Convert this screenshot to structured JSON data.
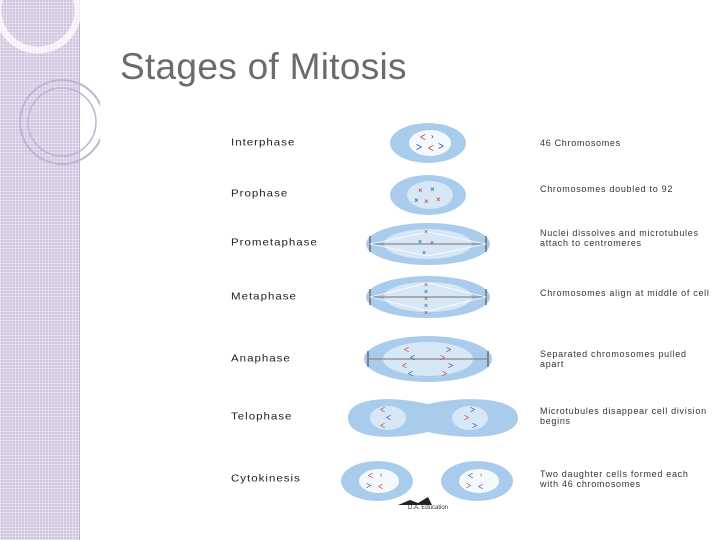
{
  "slide": {
    "title": "Stages of Mitosis"
  },
  "stages": [
    {
      "name": "Interphase",
      "description": "46 Chromosomes"
    },
    {
      "name": "Prophase",
      "description": "Chromosomes doubled to 92"
    },
    {
      "name": "Prometaphase",
      "description": "Nuclei dissolves and microtubules attach to centromeres"
    },
    {
      "name": "Metaphase",
      "description": "Chromosomes align at middle of cell"
    },
    {
      "name": "Anaphase",
      "description": "Separated chromosomes pulled apart"
    },
    {
      "name": "Telophase",
      "description": "Microtubules disappear cell division begins"
    },
    {
      "name": "Cytokinesis",
      "description": "Two daughter cells formed each with 46 chromosomes"
    }
  ],
  "credit": "D.A. Education",
  "colors": {
    "cell_fill": "#a9ccec",
    "cell_light": "#d6e7f6",
    "chromosome_red": "#d0262b",
    "chromosome_blue": "#1f3f9a",
    "side_band": "#cfc6e0",
    "title_text": "#6b6b6b"
  }
}
